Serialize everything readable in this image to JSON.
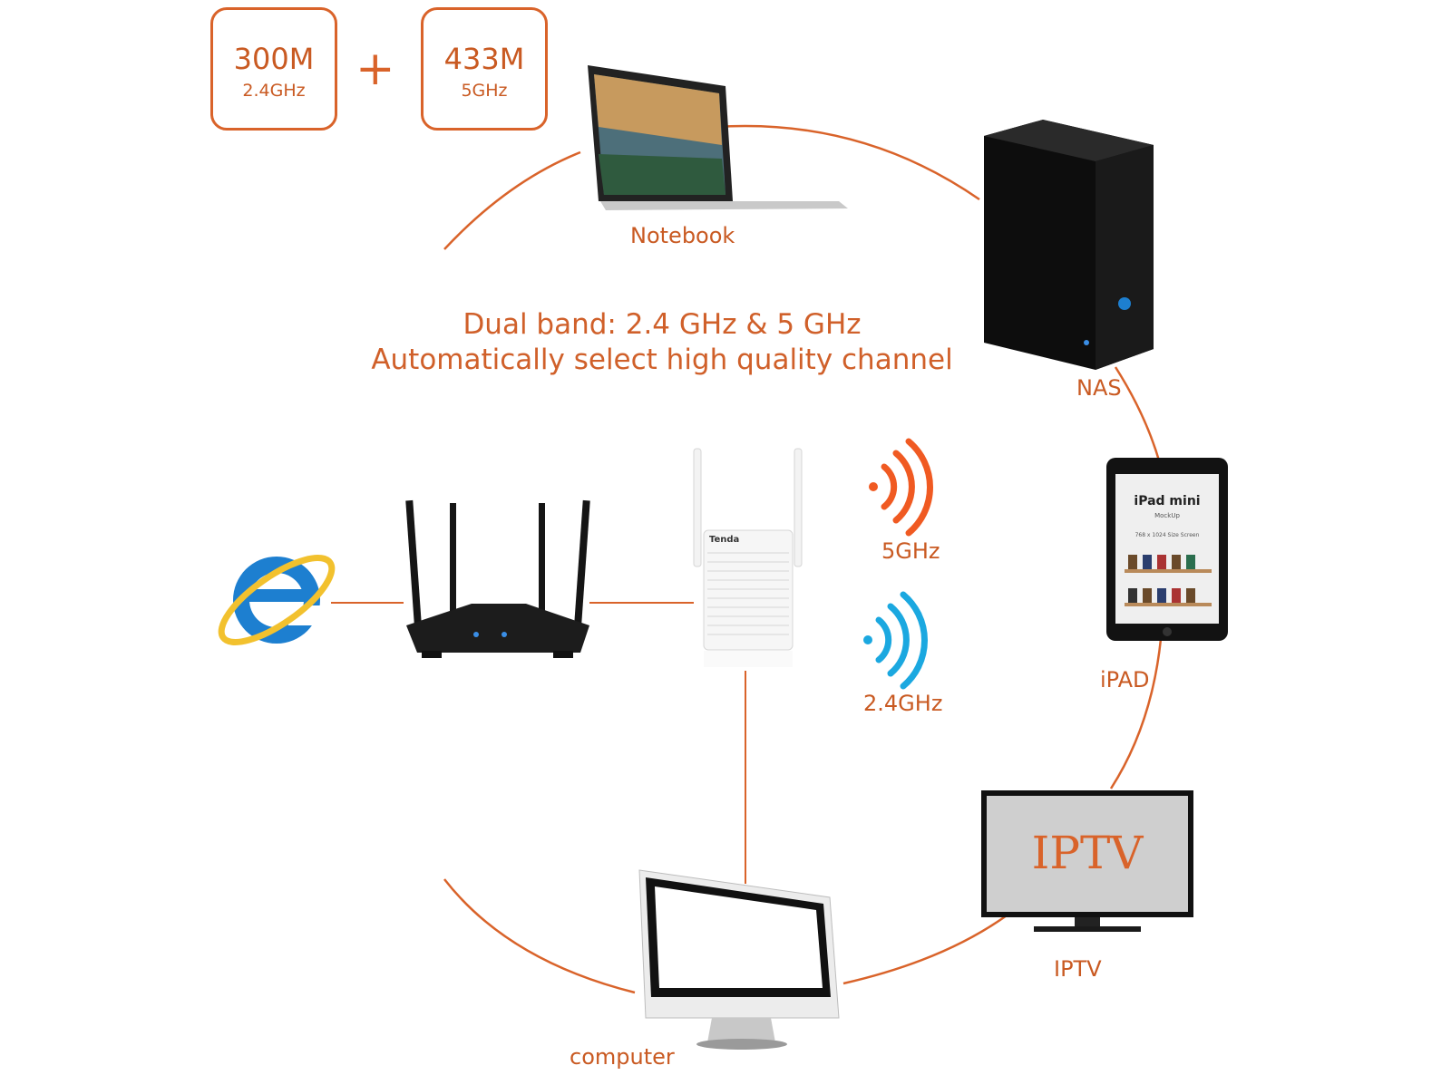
{
  "speeds": [
    {
      "rate": "300M",
      "band": "2.4GHz"
    },
    {
      "rate": "433M",
      "band": "5GHz"
    }
  ],
  "plus_sign": "+",
  "headline": {
    "line1": "Dual band: 2.4 GHz & 5 GHz",
    "line2": "Automatically select high quality channel"
  },
  "devices": {
    "notebook": "Notebook",
    "nas": "NAS",
    "ipad": "iPAD",
    "iptv": "IPTV",
    "computer": "computer"
  },
  "bands": {
    "five": "5GHz",
    "two_four": "2.4GHz"
  },
  "tv_screen_text": "IPTV",
  "ipad_screen": {
    "title": "iPad mini",
    "sub1": "MockUp",
    "sub2": "768 x 1024 Size Screen"
  },
  "brand": "Tenda",
  "colors": {
    "accent": "#d9632a",
    "wifi_5ghz": "#f05a22",
    "wifi_24ghz": "#1ba8e0"
  }
}
